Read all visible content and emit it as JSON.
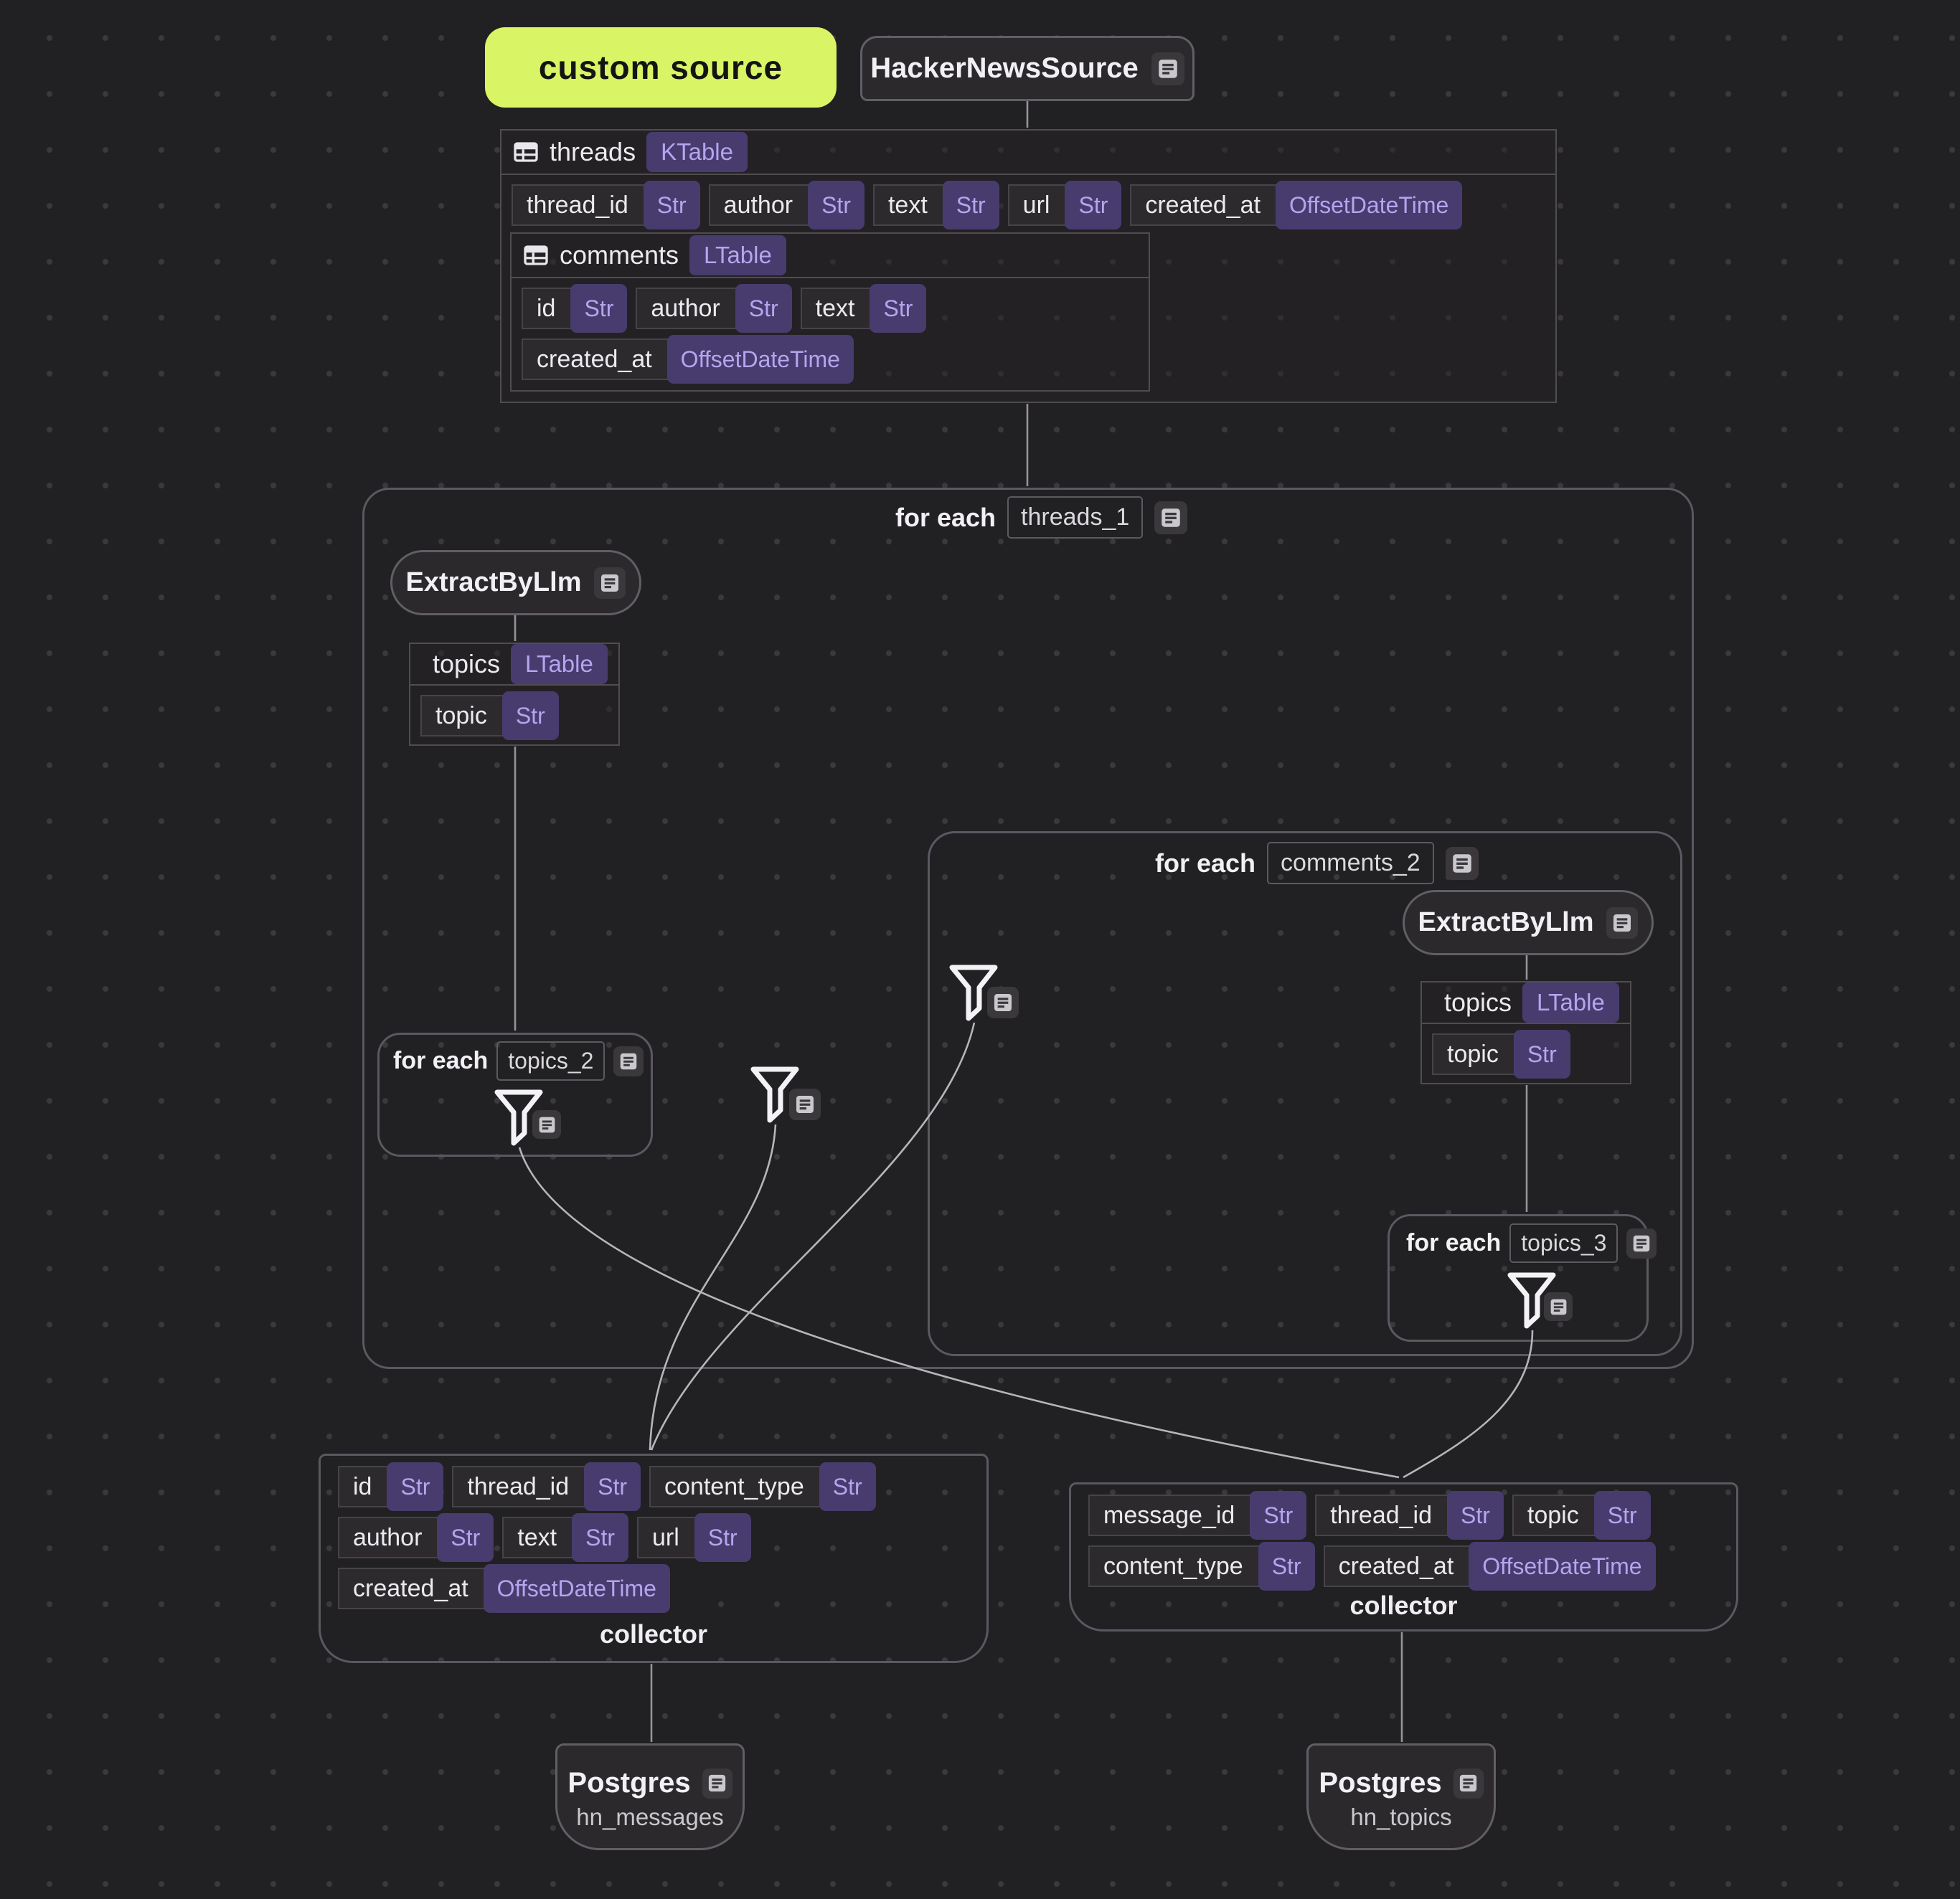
{
  "annotation": {
    "label": "custom source"
  },
  "nodes": {
    "source": {
      "title": "HackerNewsSource"
    },
    "extract_threads": {
      "title": "ExtractByLlm"
    },
    "extract_comments": {
      "title": "ExtractByLlm"
    },
    "postgres_messages": {
      "title": "Postgres",
      "table": "hn_messages"
    },
    "postgres_topics": {
      "title": "Postgres",
      "table": "hn_topics"
    }
  },
  "foreach": {
    "threads": {
      "label": "for each",
      "value": "threads_1"
    },
    "topics2": {
      "label": "for each",
      "value": "topics_2"
    },
    "comments": {
      "label": "for each",
      "value": "comments_2"
    },
    "topics3": {
      "label": "for each",
      "value": "topics_3"
    }
  },
  "tables": {
    "threads": {
      "name": "threads",
      "kind": "KTable",
      "fields": [
        {
          "name": "thread_id",
          "type": "Str"
        },
        {
          "name": "author",
          "type": "Str"
        },
        {
          "name": "text",
          "type": "Str"
        },
        {
          "name": "url",
          "type": "Str"
        },
        {
          "name": "created_at",
          "type": "OffsetDateTime"
        }
      ],
      "comments": {
        "name": "comments",
        "kind": "LTable",
        "rows": [
          [
            {
              "name": "id",
              "type": "Str"
            },
            {
              "name": "author",
              "type": "Str"
            },
            {
              "name": "text",
              "type": "Str"
            }
          ],
          [
            {
              "name": "created_at",
              "type": "OffsetDateTime"
            }
          ]
        ]
      }
    },
    "topics_threads": {
      "name": "topics",
      "kind": "LTable",
      "fields": [
        {
          "name": "topic",
          "type": "Str"
        }
      ]
    },
    "topics_comments": {
      "name": "topics",
      "kind": "LTable",
      "fields": [
        {
          "name": "topic",
          "type": "Str"
        }
      ]
    }
  },
  "collectors": {
    "messages": {
      "label": "collector",
      "rows": [
        [
          {
            "name": "id",
            "type": "Str"
          },
          {
            "name": "thread_id",
            "type": "Str"
          },
          {
            "name": "content_type",
            "type": "Str"
          }
        ],
        [
          {
            "name": "author",
            "type": "Str"
          },
          {
            "name": "text",
            "type": "Str"
          },
          {
            "name": "url",
            "type": "Str"
          }
        ],
        [
          {
            "name": "created_at",
            "type": "OffsetDateTime"
          }
        ]
      ]
    },
    "topics": {
      "label": "collector",
      "rows": [
        [
          {
            "name": "message_id",
            "type": "Str"
          },
          {
            "name": "thread_id",
            "type": "Str"
          },
          {
            "name": "topic",
            "type": "Str"
          }
        ],
        [
          {
            "name": "content_type",
            "type": "Str"
          },
          {
            "name": "created_at",
            "type": "OffsetDateTime"
          }
        ]
      ]
    }
  },
  "colors": {
    "background": "#212022",
    "highlight_bg": "#d9f464",
    "highlight_text": "#141414",
    "node_bg": "#2b292c",
    "node_border": "#615e66",
    "box_border": "#504d51",
    "container_border": "#5b5861",
    "chip_bg": "#2c2a2d",
    "chip_border": "#474449",
    "badge_bg": "#483c6e",
    "badge_text": "#b5a5ef",
    "text": "#eceaee",
    "muted": "#c9c7cc",
    "wire": "#b7b5ba"
  }
}
